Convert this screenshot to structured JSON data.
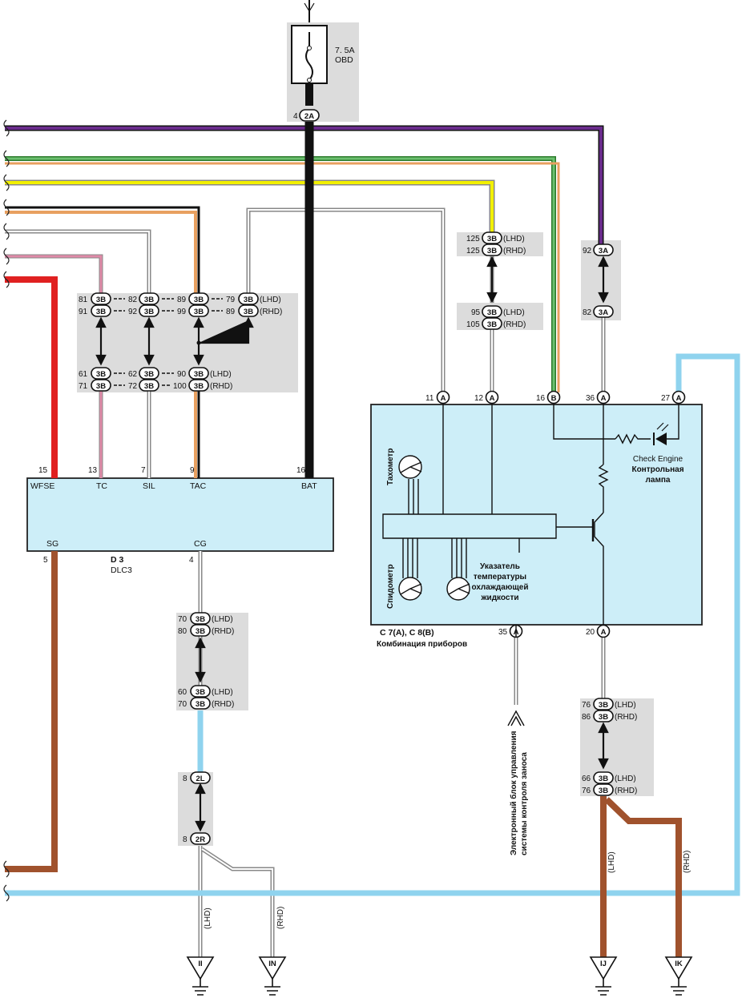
{
  "fuse": {
    "rating": "7. 5A",
    "name": "OBD",
    "pin": "4",
    "connector": "2A"
  },
  "connectors": {
    "c3b": "3B",
    "c3a": "3A",
    "c2l": "2L",
    "c2r": "2R",
    "cA": "A",
    "cB": "B",
    "pins": {
      "p81": "81",
      "p91": "91",
      "p82": "82",
      "p92": "92",
      "p89": "89",
      "p99": "99",
      "p79": "79",
      "p89b": "89",
      "p61": "61",
      "p71": "71",
      "p62": "62",
      "p72": "72",
      "p90": "90",
      "p100": "100",
      "p125a": "125",
      "p125b": "125",
      "p95": "95",
      "p105": "105",
      "p92b": "92",
      "p82b": "82",
      "p70a": "70",
      "p80": "80",
      "p60": "60",
      "p70b": "70",
      "p8a": "8",
      "p8b": "8",
      "p76a": "76",
      "p86": "86",
      "p66": "66",
      "p76b": "76"
    }
  },
  "variants": {
    "lhd": "(LHD)",
    "rhd": "(RHD)",
    "lhd_bare": "(LHD)",
    "rhd_bare": "(RHD)"
  },
  "dlc3": {
    "id": "D 3",
    "name": "DLC3",
    "pins": {
      "wfse": "15",
      "tc": "13",
      "sil": "7",
      "tac": "9",
      "bat": "16",
      "sg": "5",
      "cg": "4"
    },
    "terminals": {
      "wfse": "WFSE",
      "tc": "TC",
      "sil": "SIL",
      "tac": "TAC",
      "bat": "BAT",
      "sg": "SG",
      "cg": "CG"
    }
  },
  "cluster": {
    "id": "C 7(A), C 8(B)",
    "name": "Комбинация приборов",
    "pins": {
      "p11": "11",
      "p12": "12",
      "p16": "16",
      "p36": "36",
      "p27": "27",
      "p35": "35",
      "p20": "20"
    },
    "tachometer": "Тахометр",
    "speedometer": "Спидометр",
    "temp_gauge": [
      "Указатель",
      "температуры",
      "охлаждающей",
      "жидкости"
    ],
    "check_engine": "Check Engine",
    "warning_lamp": [
      "Контрольная",
      "лампа"
    ]
  },
  "ecu_label": [
    "Электронный блок управления",
    "системы контроля заноса"
  ],
  "grounds": {
    "ii": "II",
    "in": "IN",
    "ij": "IJ",
    "ik": "IK"
  },
  "colors": {
    "purple": "#6a2c8c",
    "green": "#2e9a3e",
    "orange": "#e8a060",
    "yellow": "#f2f000",
    "pink": "#e08aa8",
    "red": "#e02020",
    "brown": "#a0522d",
    "lightblue": "#8fd3ee",
    "box_fill": "#cdeef8",
    "panel_gray": "#dcdcdc"
  }
}
